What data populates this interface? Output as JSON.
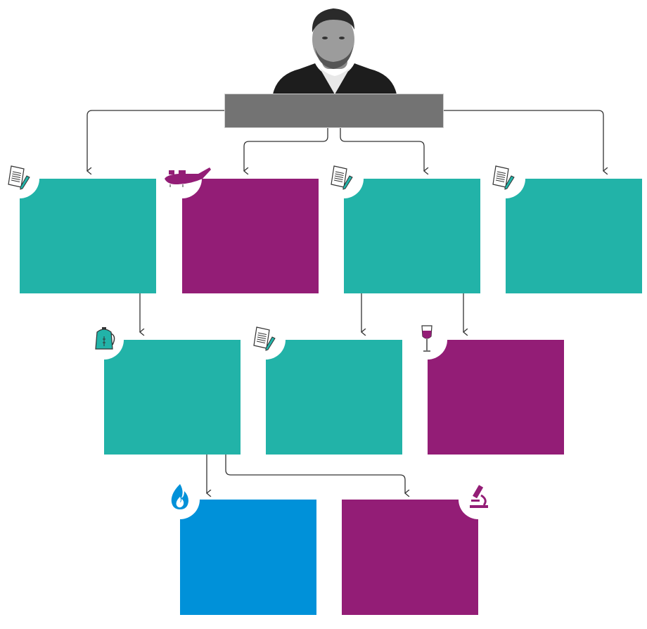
{
  "colors": {
    "root": "#737373",
    "teal": "#22b3a8",
    "purple": "#931d76",
    "blue": "#0091d9",
    "connector": "#333333"
  },
  "root": {
    "photo": "person-portrait",
    "label": ""
  },
  "nodes": [
    {
      "id": "r1c1",
      "color": "teal",
      "icon": "document-pen-icon"
    },
    {
      "id": "r1c2",
      "color": "purple",
      "icon": "airplane-icon"
    },
    {
      "id": "r1c3",
      "color": "teal",
      "icon": "document-pen-icon"
    },
    {
      "id": "r1c4",
      "color": "teal",
      "icon": "document-pen-icon"
    },
    {
      "id": "r2c1",
      "color": "teal",
      "icon": "kettle-icon"
    },
    {
      "id": "r2c2",
      "color": "teal",
      "icon": "document-pen-icon"
    },
    {
      "id": "r2c3",
      "color": "purple",
      "icon": "wine-glass-icon"
    },
    {
      "id": "r3c1",
      "color": "blue",
      "icon": "flame-icon"
    },
    {
      "id": "r3c2",
      "color": "purple",
      "icon": "microscope-icon"
    }
  ]
}
